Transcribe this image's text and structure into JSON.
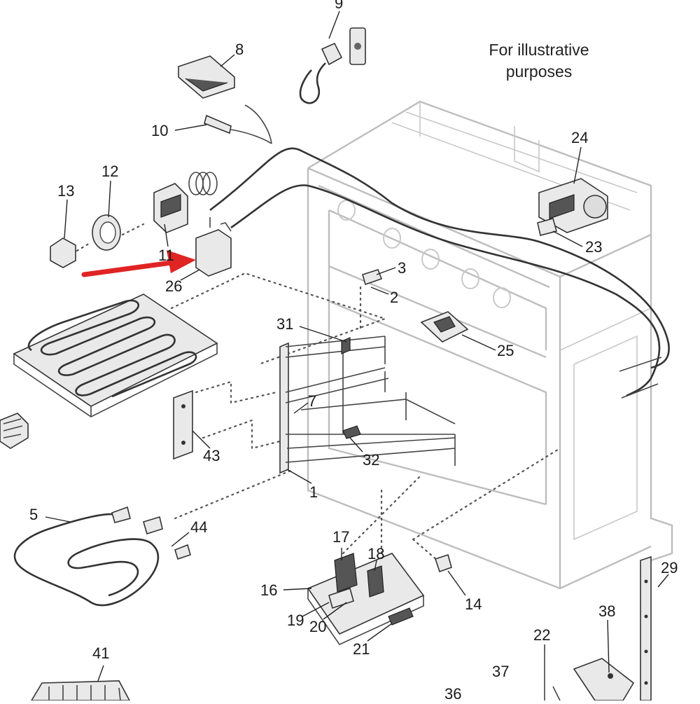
{
  "note": {
    "line1": "For illustrative",
    "line2": "purposes"
  },
  "callouts": {
    "n1": "1",
    "n2": "2",
    "n3": "3",
    "n5": "5",
    "n7": "7",
    "n8": "8",
    "n9": "9",
    "n10": "10",
    "n11": "11",
    "n12": "12",
    "n13": "13",
    "n14": "14",
    "n16": "16",
    "n17": "17",
    "n18": "18",
    "n19": "19",
    "n20": "20",
    "n21": "21",
    "n22": "22",
    "n23": "23",
    "n24": "24",
    "n25": "25",
    "n26": "26",
    "n29": "29",
    "n31": "31",
    "n32": "32",
    "n36": "36",
    "n37": "37",
    "n38": "38",
    "n41": "41",
    "n43": "43",
    "n44": "44"
  },
  "highlight": {
    "target_part": "26",
    "arrow_color": "#e02424"
  }
}
